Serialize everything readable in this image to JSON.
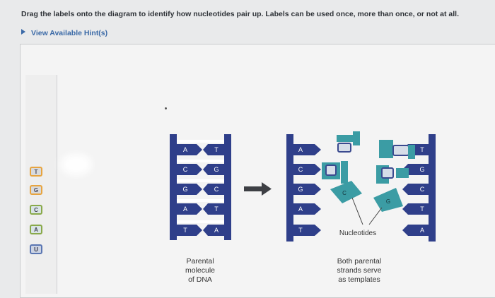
{
  "instruction": "Drag the labels onto the diagram to identify how nucleotides pair up. Labels can be used once, more than once, or not at all.",
  "hint_toggle": "View Available Hint(s)",
  "labels": [
    "T",
    "G",
    "C",
    "A",
    "U"
  ],
  "parental_left": [
    "A",
    "C",
    "G",
    "A",
    "T"
  ],
  "parental_right": [
    "T",
    "G",
    "C",
    "T",
    "A"
  ],
  "daughter_left": [
    "A",
    "C",
    "G",
    "A",
    "T"
  ],
  "daughter_right": [
    "T",
    "G",
    "C",
    "T",
    "A"
  ],
  "free_nucleotides": [
    "C",
    "G"
  ],
  "nucleotides_label": "Nucleotides",
  "parental_caption": "Parental\nmolecule\nof DNA",
  "templates_caption": "Both parental\nstrands serve\nas templates",
  "colors": {
    "strand": "#2f3f8a",
    "nucleotide": "#3b9ca4",
    "label_accent": "#e7a43f"
  }
}
